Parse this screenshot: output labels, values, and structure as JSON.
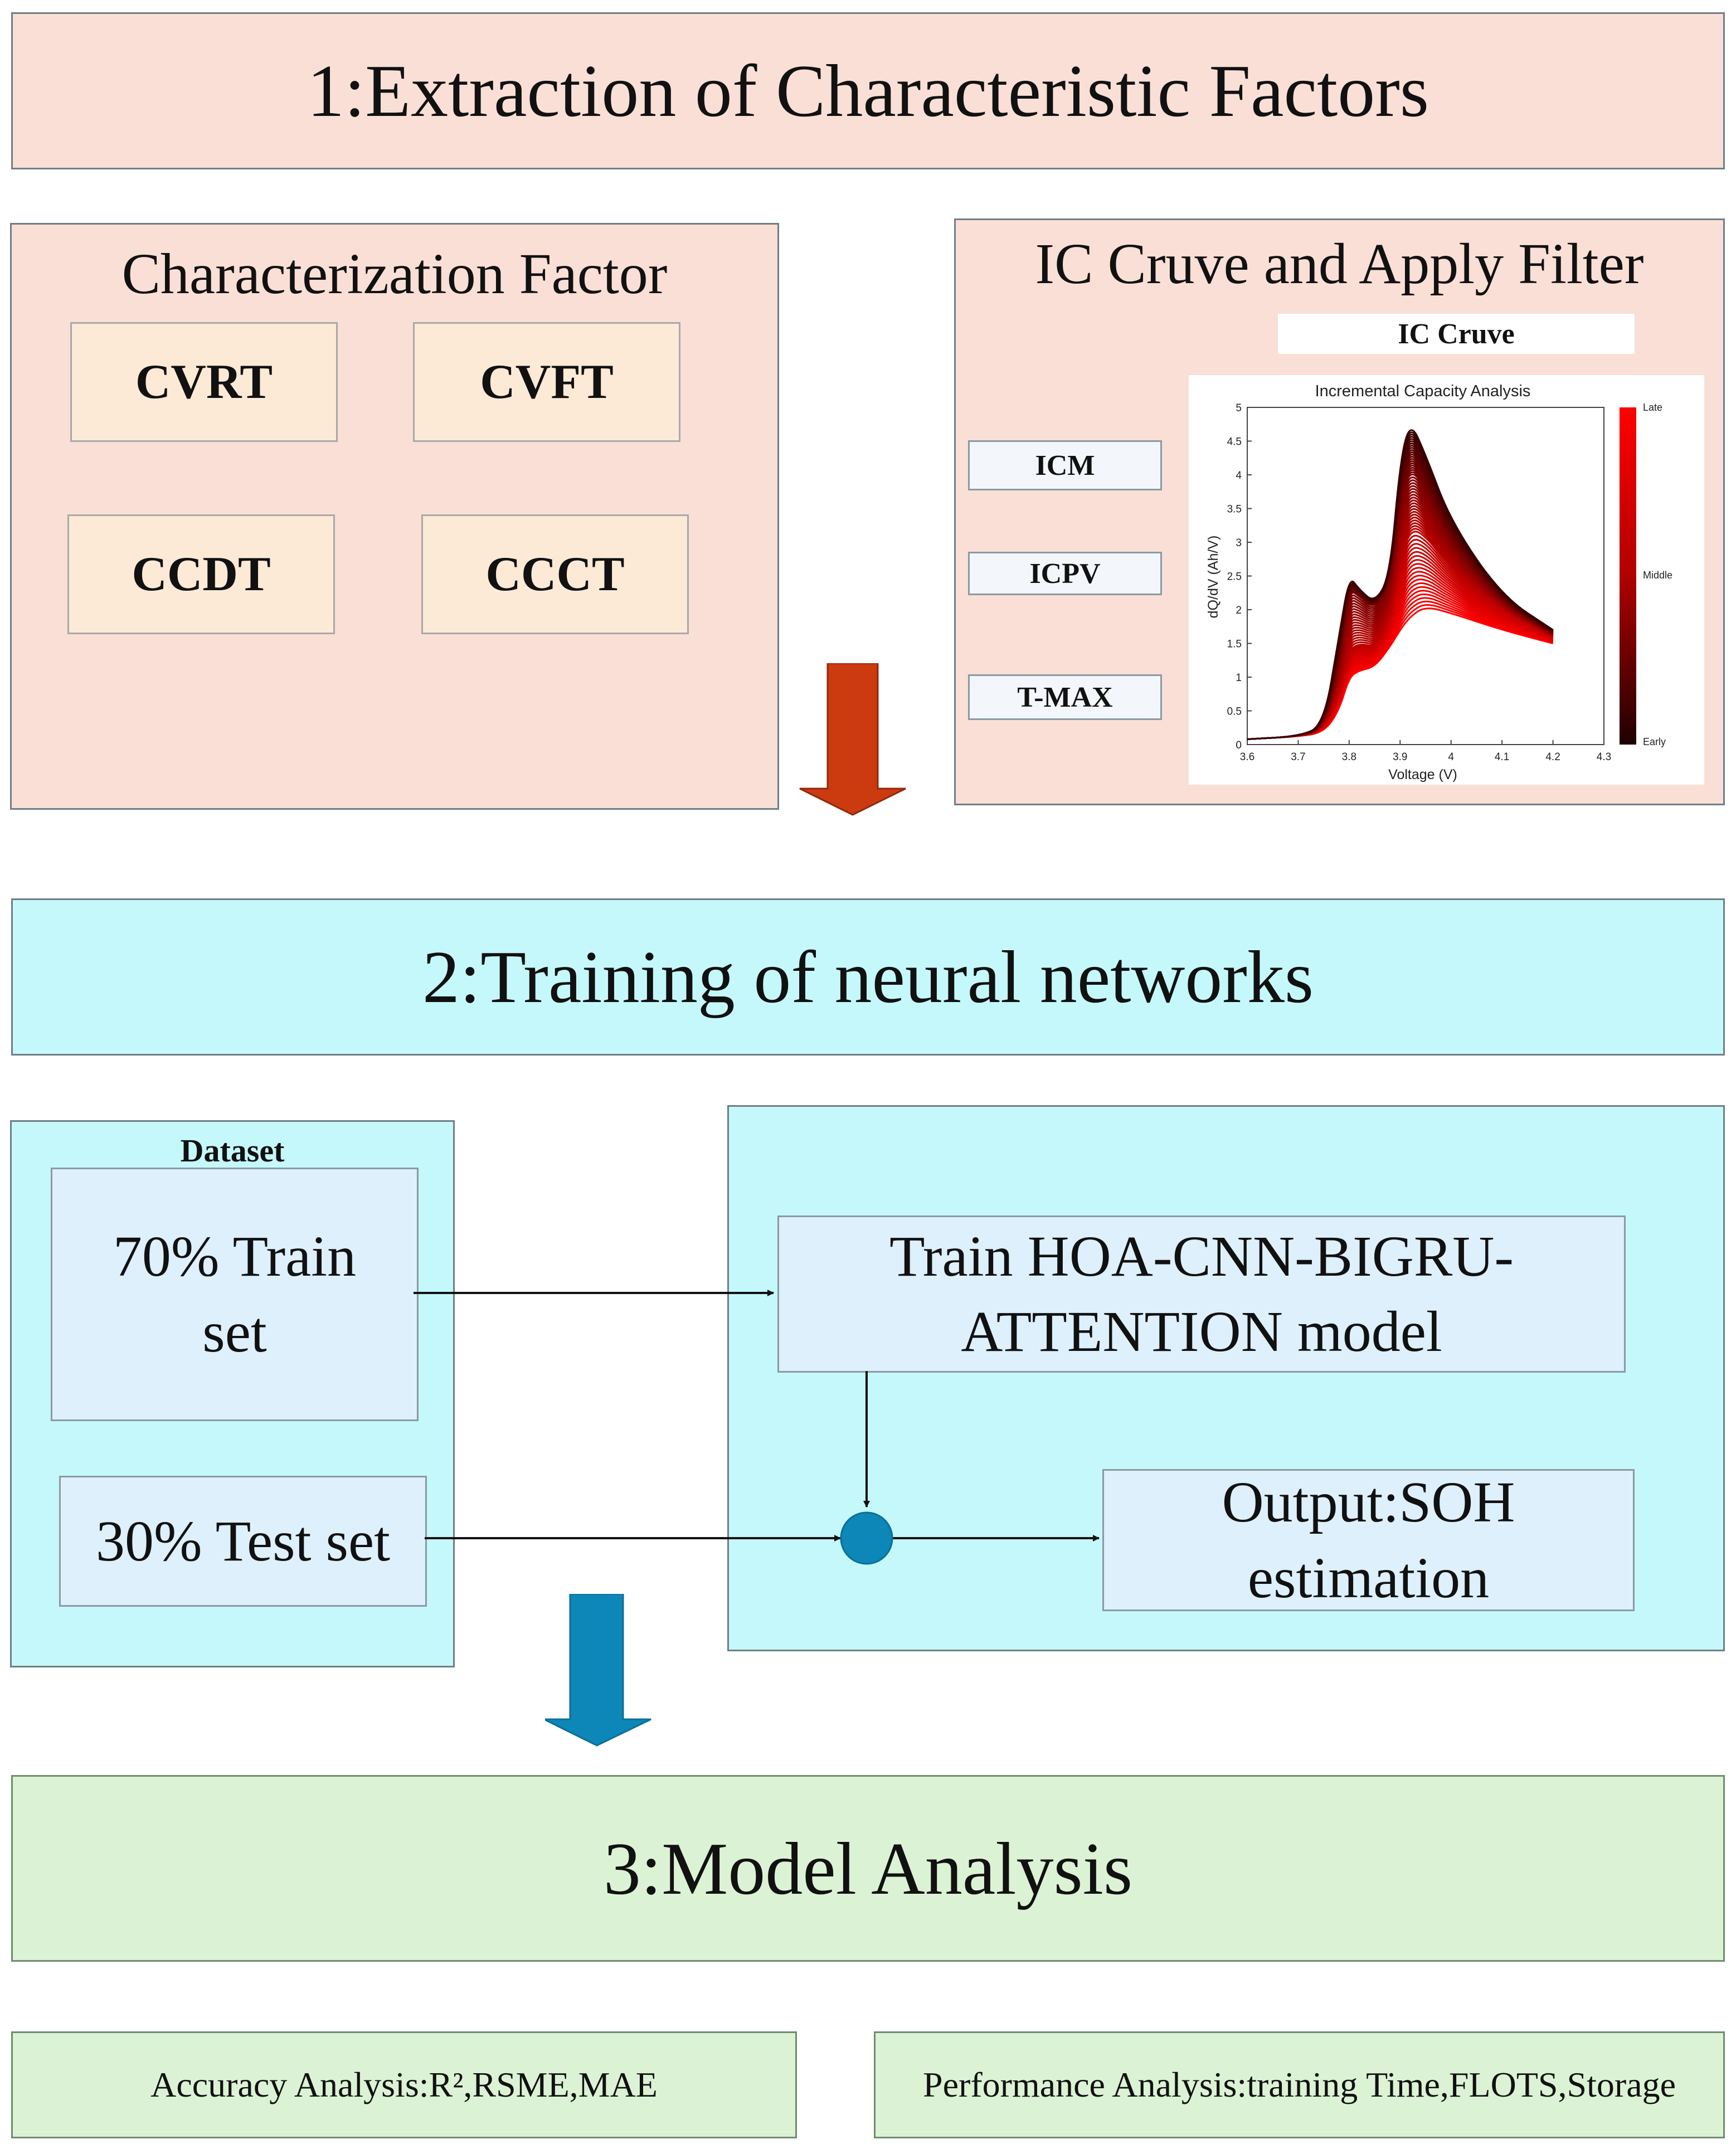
{
  "stage1": {
    "title": "1:Extraction of Characteristic Factors",
    "characterization": {
      "title": "Characterization Factor",
      "factors": [
        "CVRT",
        "CVFT",
        "CCDT",
        "CCCT"
      ]
    },
    "ic_panel": {
      "title": "IC Cruve and Apply Filter",
      "ic_label": "IC Cruve",
      "features": [
        "ICM",
        "ICPV",
        "T-MAX"
      ]
    }
  },
  "stage2": {
    "title": "2:Training of neural networks",
    "dataset_label": "Dataset",
    "train_set": "70% Train set",
    "test_set": "30% Test set",
    "model": "Train HOA-CNN-BIGRU-ATTENTION model",
    "output": "Output:SOH estimation"
  },
  "stage3": {
    "title": "3:Model Analysis",
    "accuracy": "Accuracy Analysis:R²,RSME,MAE",
    "performance": "Performance Analysis:training Time,FLOTS,Storage"
  },
  "colors": {
    "arrow_red": "#cc3a10",
    "arrow_blue": "#0d86b8",
    "node_blue": "#0d86b8"
  },
  "chart_data": {
    "type": "line",
    "title": "Incremental Capacity Analysis",
    "xlabel": "Voltage (V)",
    "ylabel": "dQ/dV (Ah/V)",
    "xlim": [
      3.6,
      4.3
    ],
    "ylim": [
      0,
      5
    ],
    "xticks": [
      "3.6",
      "3.7",
      "3.8",
      "3.9",
      "4",
      "4.1",
      "4.2",
      "4.3"
    ],
    "yticks": [
      "0",
      "0.5",
      "1",
      "1.5",
      "2",
      "2.5",
      "3",
      "3.5",
      "4",
      "4.5",
      "5"
    ],
    "colorbar_labels": [
      "Late",
      "Middle",
      "Early"
    ],
    "series": [
      {
        "x": [
          3.6,
          3.7,
          3.75,
          3.78,
          3.8,
          3.82,
          3.85,
          3.88,
          3.9,
          3.92,
          3.95,
          4.0,
          4.1,
          4.2
        ],
        "y": [
          0.08,
          0.12,
          0.18,
          0.5,
          1.0,
          1.1,
          1.15,
          1.45,
          1.7,
          1.9,
          2.05,
          1.95,
          1.7,
          1.5
        ]
      },
      {
        "x": [
          3.6,
          3.7,
          3.75,
          3.78,
          3.8,
          3.82,
          3.85,
          3.88,
          3.9,
          3.92,
          3.95,
          4.0,
          4.1,
          4.2
        ],
        "y": [
          0.08,
          0.12,
          0.22,
          0.8,
          1.4,
          1.5,
          1.45,
          1.9,
          2.7,
          3.2,
          3.1,
          2.6,
          2.0,
          1.6
        ]
      },
      {
        "x": [
          3.6,
          3.7,
          3.75,
          3.78,
          3.8,
          3.82,
          3.85,
          3.88,
          3.9,
          3.92,
          3.95,
          4.0,
          4.1,
          4.2
        ],
        "y": [
          0.08,
          0.12,
          0.25,
          1.2,
          2.3,
          2.2,
          2.0,
          2.4,
          3.6,
          4.1,
          3.8,
          3.0,
          2.1,
          1.65
        ]
      },
      {
        "x": [
          3.6,
          3.7,
          3.75,
          3.78,
          3.8,
          3.82,
          3.85,
          3.88,
          3.9,
          3.92,
          3.95,
          4.0,
          4.1,
          4.2
        ],
        "y": [
          0.08,
          0.12,
          0.28,
          1.6,
          2.5,
          2.3,
          2.1,
          2.5,
          4.2,
          4.8,
          4.3,
          3.3,
          2.2,
          1.7
        ]
      }
    ]
  }
}
